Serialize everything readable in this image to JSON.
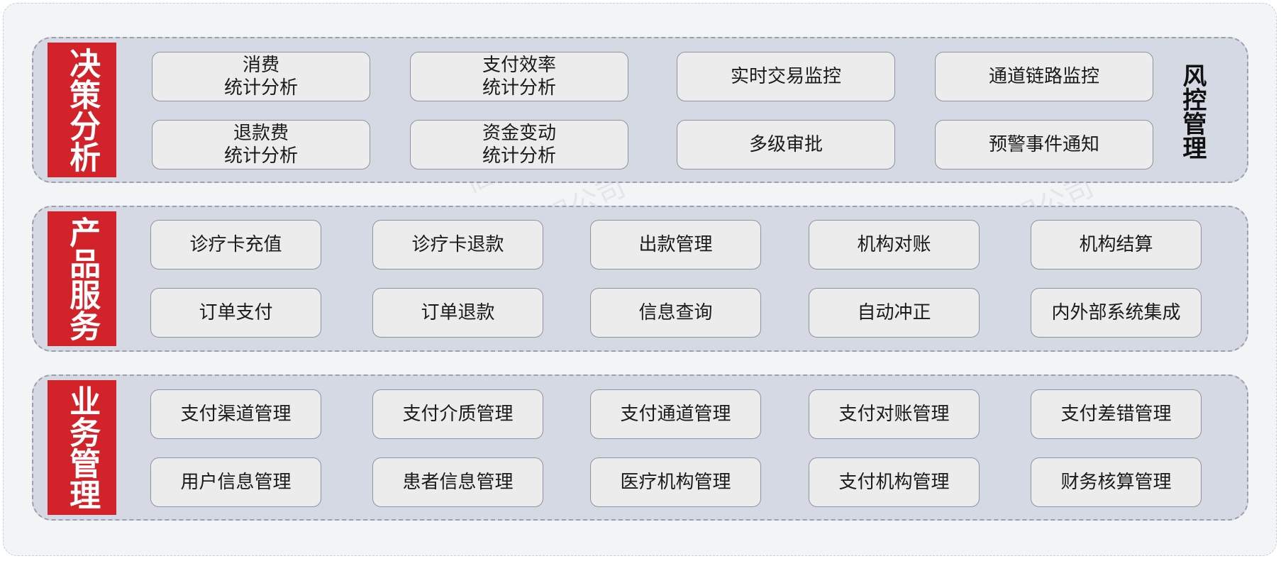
{
  "sections": [
    {
      "tag": "决策分析",
      "side_label": "风控管理",
      "items": [
        "消费\n统计分析",
        "支付效率\n统计分析",
        "实时交易监控",
        "通道链路监控",
        "退款费\n统计分析",
        "资金变动\n统计分析",
        "多级审批",
        "预警事件通知"
      ]
    },
    {
      "tag": "产品服务",
      "items": [
        "诊疗卡充值",
        "诊疗卡退款",
        "出款管理",
        "机构对账",
        "机构结算",
        "订单支付",
        "订单退款",
        "信息查询",
        "自动冲正",
        "内外部系统集成"
      ]
    },
    {
      "tag": "业务管理",
      "items": [
        "支付渠道管理",
        "支付介质管理",
        "支付通道管理",
        "支付对账管理",
        "支付差错管理",
        "用户信息管理",
        "患者信息管理",
        "医疗机构管理",
        "支付机构管理",
        "财务核算管理"
      ]
    }
  ],
  "colors": {
    "tag_background": "#d2232a",
    "panel_background": "#d4d9e3",
    "box_background": "#ececec"
  }
}
